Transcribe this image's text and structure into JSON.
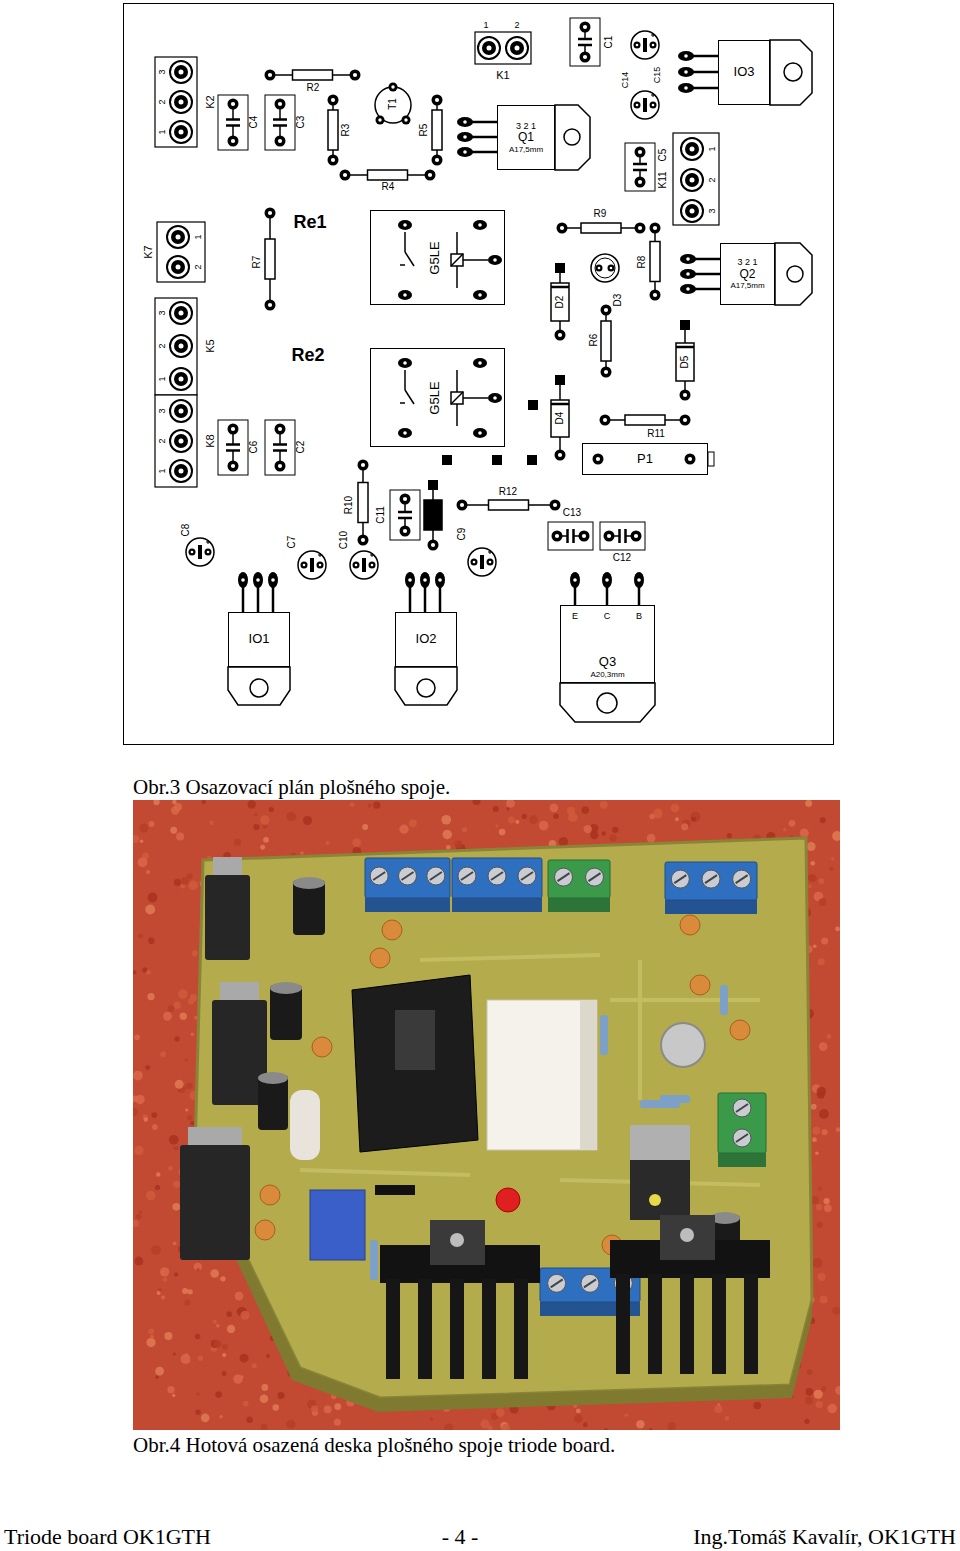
{
  "diagram": {
    "caption": "Obr.3 Osazovací plán plošného spoje.",
    "nodes": [
      {
        "text": [
          "IO3"
        ]
      },
      {
        "text": [
          "3 2 1",
          "Q1",
          "A17,5mm"
        ]
      },
      {
        "text": [
          "G5LE"
        ]
      },
      {
        "text": [
          "3 2 1",
          "Q2",
          "A17,5mm"
        ]
      },
      {
        "text": [
          "G5LE"
        ]
      },
      {
        "text": [
          "P1"
        ]
      },
      {
        "text": [
          "IO1"
        ]
      },
      {
        "text": [
          "IO2"
        ]
      },
      {
        "text": [
          "Q3",
          "A20,3mm"
        ]
      }
    ],
    "labels": [
      "1",
      "2",
      "K1",
      "C1",
      "C14",
      "C15",
      "3",
      "2",
      "1",
      "K2",
      "C4",
      "C3",
      "R2",
      "T1",
      "R3",
      "R5",
      "R4",
      "C5",
      "K11",
      "1",
      "2",
      "3",
      "Re1",
      "R9",
      "R7",
      "K7",
      "1",
      "2",
      "D2",
      "D3",
      "R8",
      "R6",
      "D5",
      "Re2",
      "3",
      "2",
      "1",
      "K5",
      "3",
      "2",
      "1",
      "K8",
      "C6",
      "C2",
      "D4",
      "R11",
      "R12",
      "R10",
      "C11",
      "C13",
      "C12",
      "C8",
      "C7",
      "C10",
      "C9",
      "E",
      "C",
      "B",
      "Obr.4 Hotová osazená deska plošného spoje triode board.",
      "Triode board OK1GTH",
      "- 4 -",
      "Ing.Tomáš Kavalír, OK1GTH"
    ]
  }
}
